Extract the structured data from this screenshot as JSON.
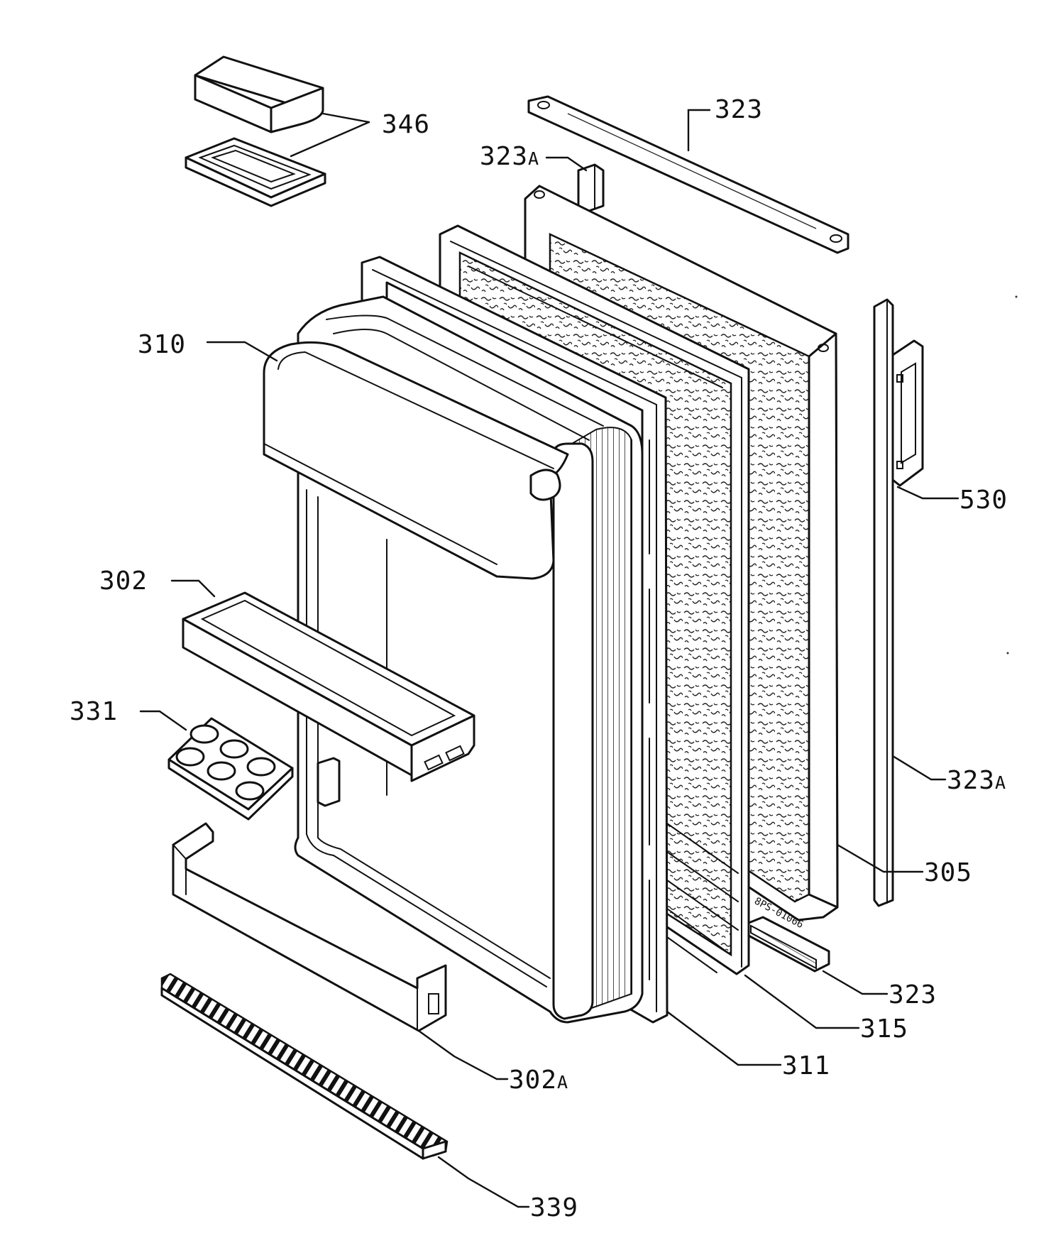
{
  "diagram": {
    "labels": {
      "p346": {
        "num": "346",
        "suffix": ""
      },
      "p323_top": {
        "num": "323",
        "suffix": ""
      },
      "p323a_top": {
        "num": "323",
        "suffix": "A"
      },
      "p310": {
        "num": "310",
        "suffix": ""
      },
      "p530": {
        "num": "530",
        "suffix": ""
      },
      "p302": {
        "num": "302",
        "suffix": ""
      },
      "p331": {
        "num": "331",
        "suffix": ""
      },
      "p323a_right": {
        "num": "323",
        "suffix": "A"
      },
      "p305": {
        "num": "305",
        "suffix": ""
      },
      "p323_bottom": {
        "num": "323",
        "suffix": ""
      },
      "p315": {
        "num": "315",
        "suffix": ""
      },
      "p311": {
        "num": "311",
        "suffix": ""
      },
      "p302a": {
        "num": "302",
        "suffix": "A"
      },
      "p339": {
        "num": "339",
        "suffix": ""
      }
    },
    "stamp": "8PS-01066"
  }
}
